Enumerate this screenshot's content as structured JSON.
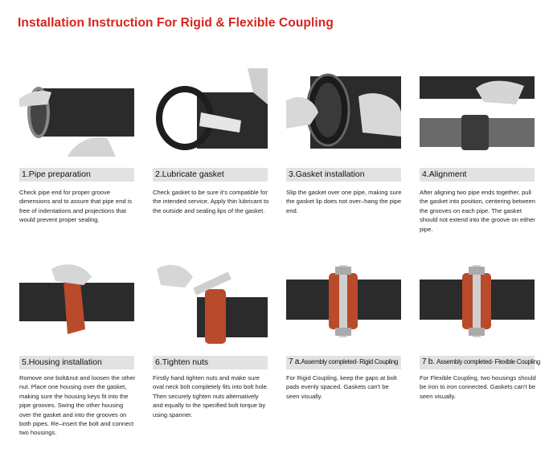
{
  "title": "Installation Instruction For Rigid & Flexible Coupling",
  "steps": [
    {
      "heading": "1.Pipe preparation",
      "text": "Check pipe end for proper groove dimensions and to assure that pipe end is free of indentations and projections that would prevent proper sealing."
    },
    {
      "heading": "2.Lubricate gasket",
      "text": "Check gasket to be sure it's compatible for the intended service. Apply thin lubricant to the outside and sealing lips of the gasket."
    },
    {
      "heading": "3.Gasket installation",
      "text": "Slip the gasket over one pipe, making sure the gasket lip does not over–hang the pipe end."
    },
    {
      "heading": "4.Alignment",
      "text": "After aligning two pipe ends together, pull the gasket into position, centering between the grooves on each pipe. The gasket should not extend into the groove on either pipe."
    },
    {
      "heading": "5.Housing installation",
      "text": "Romove one bolt&nut and loosen the other nut. Place one housing over the gasket, making sure the housing keys fit into the pipe grooves. Swing the other housing over the gasket and into the grooves on both pipes. Re–insert the bolt and connect two housings."
    },
    {
      "heading": "6.Tighten nuts",
      "text": "Firstly hand tighten nuts and make sure oval neck bolt completely fits into bolt hole. Then securely tighten nuts alternatively and equally to the specified bolt torque by using spanner."
    },
    {
      "heading_prefix": "7 a.",
      "heading_rest": "Assembly completed- Rigid Coupling",
      "text": "For Rigid Coupling, keep the gaps at bolt pads evenly spaced. Gaskets can't be seen visually."
    },
    {
      "heading_prefix": "7 b.",
      "heading_rest": "Assembly completed- Flexible Coupling",
      "text": "For Flexible Coupling, two housings should be iron to iron connected. Gaskets can't be seen visually."
    }
  ],
  "photos": [
    "pipe-end-photo",
    "lubricate-gasket-photo",
    "gasket-install-photo",
    "alignment-photo",
    "housing-install-photo",
    "tighten-nuts-photo",
    "rigid-coupling-photo",
    "flexible-coupling-photo"
  ],
  "colors": {
    "title": "#d8231d",
    "bar": "#e2e2e2",
    "pipe": "#2a2a2a",
    "housing": "#b94a2c"
  }
}
